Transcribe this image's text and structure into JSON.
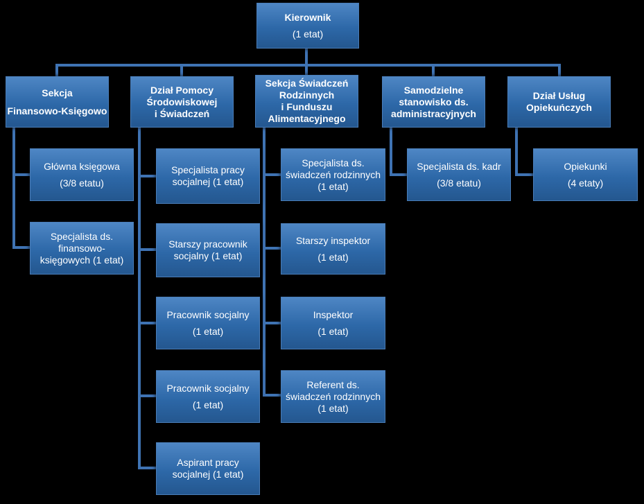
{
  "colors": {
    "box_fill": "#2d68a8",
    "box_border": "#4a7db8",
    "connector": "#3f73b3",
    "background": "#000000",
    "text": "#ffffff"
  },
  "root": {
    "title": "Kierownik",
    "detail": "(1 etat)"
  },
  "sections": [
    {
      "title": "Sekcja\nFinansowo-Księgowo",
      "items": [
        {
          "title": "Główna księgowa",
          "detail": "(3/8 etatu)"
        },
        {
          "title": "Specjalista ds.\nfinansowo-\nksięgowych (1 etat)",
          "detail": ""
        }
      ]
    },
    {
      "title": "Dział Pomocy\nŚrodowiskowej\ni Świadczeń",
      "items": [
        {
          "title": "Specjalista pracy\nsocjalnej (1 etat)",
          "detail": ""
        },
        {
          "title": "Starszy pracownik\nsocjalny (1 etat)",
          "detail": ""
        },
        {
          "title": "Pracownik socjalny",
          "detail": "(1 etat)"
        },
        {
          "title": "Pracownik socjalny",
          "detail": "(1 etat)"
        },
        {
          "title": "Aspirant pracy\nsocjalnej (1 etat)",
          "detail": ""
        }
      ]
    },
    {
      "title": "Sekcja Świadczeń\nRodzinnych\ni Funduszu\nAlimentacyjnego",
      "items": [
        {
          "title": "Specjalista ds.\nświadczeń rodzinnych\n(1 etat)",
          "detail": ""
        },
        {
          "title": "Starszy inspektor",
          "detail": "(1 etat)"
        },
        {
          "title": "Inspektor",
          "detail": "(1 etat)"
        },
        {
          "title": "Referent ds.\nświadczeń rodzinnych\n(1 etat)",
          "detail": ""
        }
      ]
    },
    {
      "title": "Samodzielne\nstanowisko ds.\nadministracyjnych",
      "items": [
        {
          "title": "Specjalista ds. kadr",
          "detail": "(3/8 etatu)"
        }
      ]
    },
    {
      "title": "Dział Usług\nOpiekuńczych",
      "items": [
        {
          "title": "Opiekunki",
          "detail": "(4 etaty)"
        }
      ]
    }
  ]
}
